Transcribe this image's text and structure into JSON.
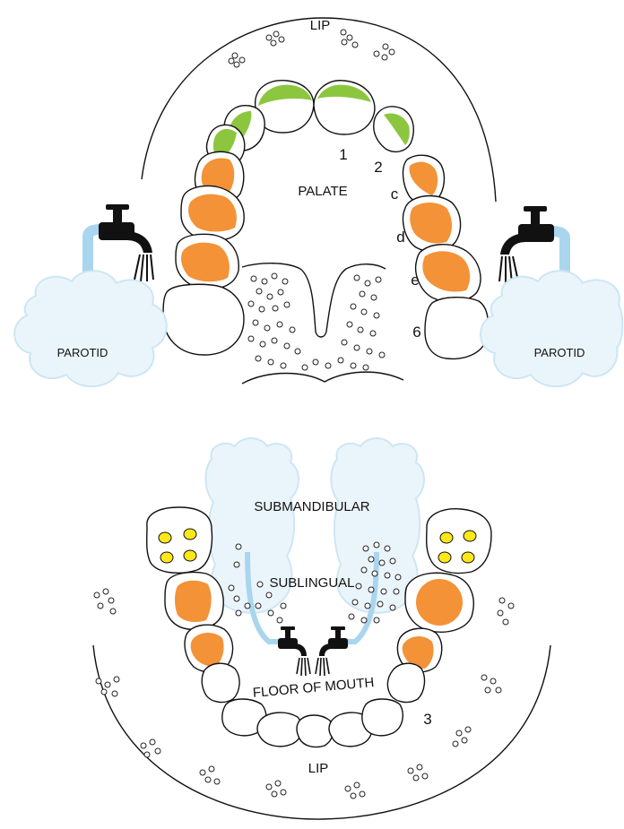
{
  "colors": {
    "plaque_incisor": "#8cc63f",
    "plaque_molar": "#f39237",
    "calculus_yellow": "#ffe81a",
    "saliva": "#a9d6ee",
    "gland_fill": "#eaf5fb",
    "outline": "#111111"
  },
  "labels": {
    "upper_lip": "LIP",
    "palate": "PALATE",
    "parotid_left": "PAROTID",
    "parotid_right": "PAROTID",
    "submandibular": "SUBMANDIBULAR",
    "sublingual": "SUBLINGUAL",
    "floor_of_mouth": "FLOOR OF MOUTH",
    "lower_lip": "LIP"
  },
  "tooth_labels": {
    "t1": "1",
    "t2": "2",
    "tc": "c",
    "td": "d",
    "te": "e",
    "t6": "6",
    "t3": "3"
  },
  "icons": [
    "water-tap-icon",
    "saliva-duct-icon",
    "gland-cloud-icon"
  ]
}
